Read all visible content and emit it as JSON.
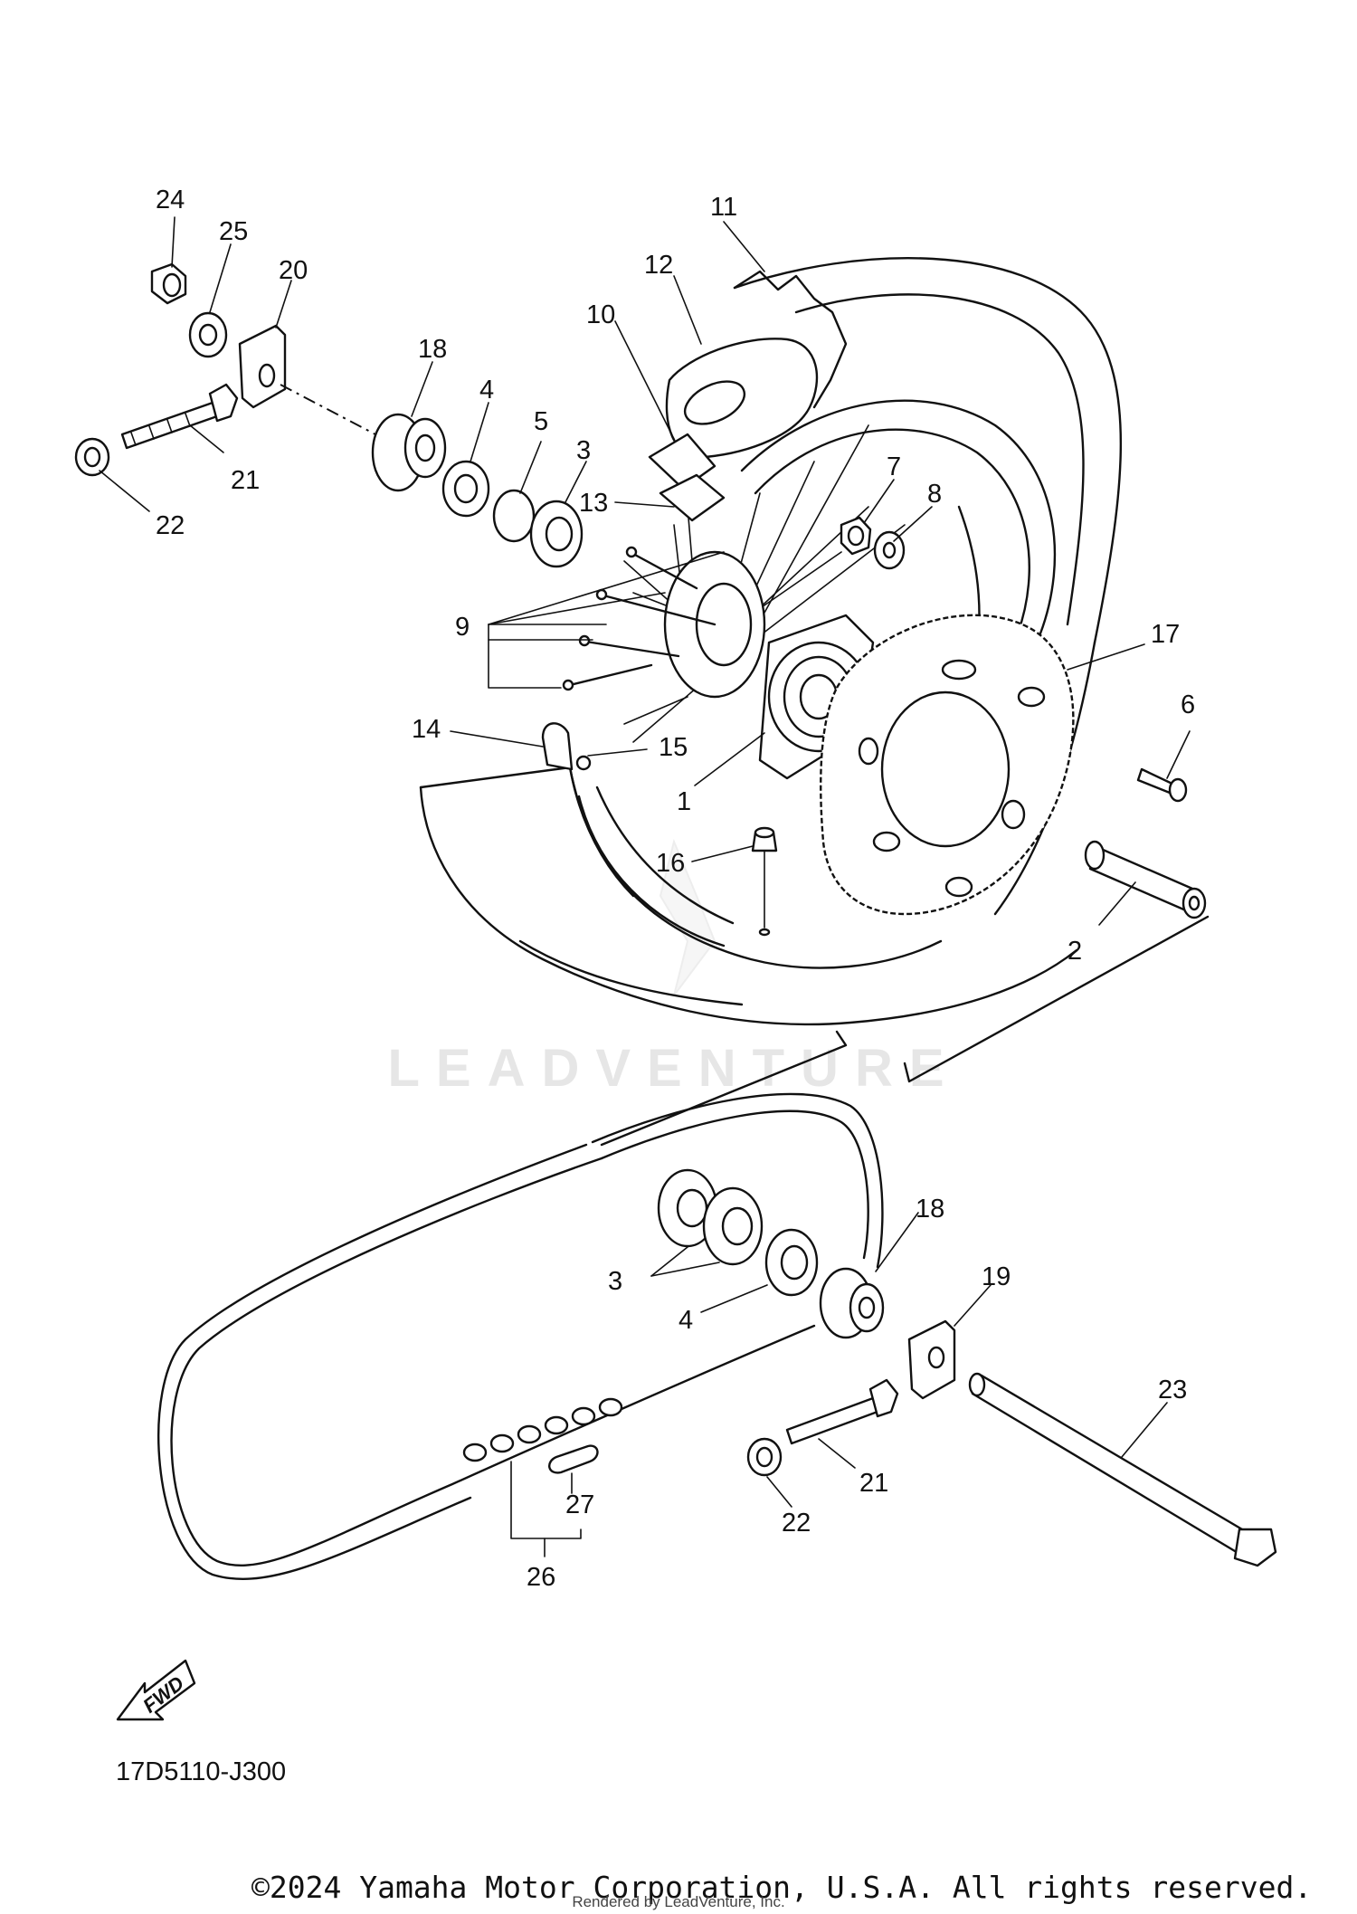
{
  "diagram": {
    "callouts": {
      "c1": "1",
      "c2": "2",
      "c3a": "3",
      "c3b": "3",
      "c4a": "4",
      "c4b": "4",
      "c5": "5",
      "c6": "6",
      "c7": "7",
      "c8": "8",
      "c9": "9",
      "c10": "10",
      "c11": "11",
      "c12": "12",
      "c13": "13",
      "c14": "14",
      "c15": "15",
      "c16": "16",
      "c17": "17",
      "c18a": "18",
      "c18b": "18",
      "c19": "19",
      "c20": "20",
      "c21a": "21",
      "c21b": "21",
      "c22a": "22",
      "c22b": "22",
      "c23": "23",
      "c24": "24",
      "c25": "25",
      "c26": "26",
      "c27": "27"
    },
    "fwd_label": "FWD",
    "drawing_code": "17D5110-J300",
    "watermark": "LEADVENTURE"
  },
  "footer": {
    "copyright": "©2024 Yamaha Motor Corporation, U.S.A. All rights reserved.",
    "rendered_by": "Rendered by LeadVenture, Inc."
  }
}
